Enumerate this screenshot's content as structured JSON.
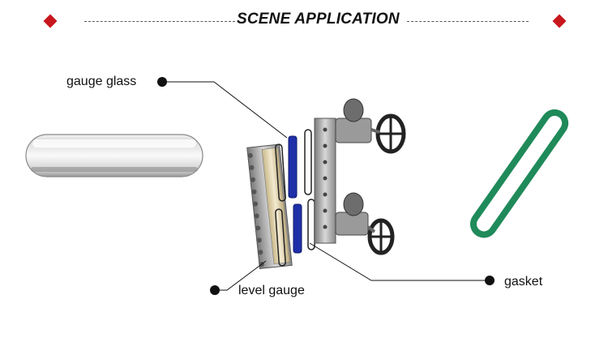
{
  "header": {
    "title": "SCENE APPLICATION",
    "accent_color": "#c8161d"
  },
  "labels": {
    "gauge_glass": "gauge glass",
    "level_gauge": "level gauge",
    "gasket": "gasket"
  },
  "images": {
    "glass_piece": "tubular-glass-image",
    "assembly": "level-gauge-assembly-image",
    "gasket_ring": "green-gasket-image"
  },
  "colors": {
    "gasket_green": "#1f8a5a",
    "glass_blue": "#1f2fa8",
    "metal": "#b8b8b8"
  }
}
